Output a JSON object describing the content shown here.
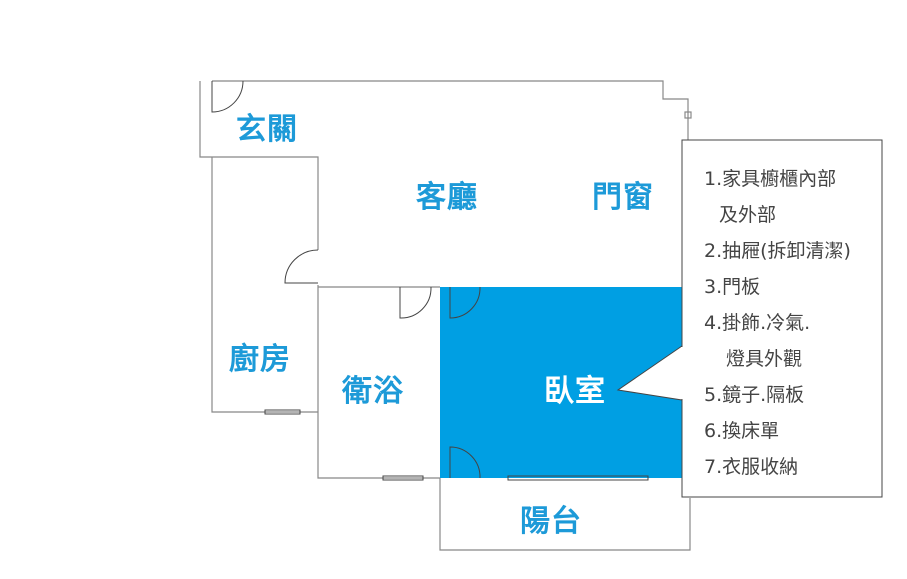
{
  "rooms": {
    "entry": "玄關",
    "living": "客廳",
    "doors_windows": "門窗",
    "kitchen": "廚房",
    "bathroom": "衛浴",
    "bedroom": "臥室",
    "balcony": "陽台"
  },
  "checklist": [
    "1.家具櫥櫃內部",
    "及外部",
    "2.抽屜(拆卸清潔)",
    "3.門板",
    "4.掛飾.冷氣.",
    "燈具外觀",
    "5.鏡子.隔板",
    "6.換床單",
    "7.衣服收納"
  ],
  "colors": {
    "highlight": "#009fe3",
    "label": "#1d9ad8",
    "wall": "#888888"
  }
}
